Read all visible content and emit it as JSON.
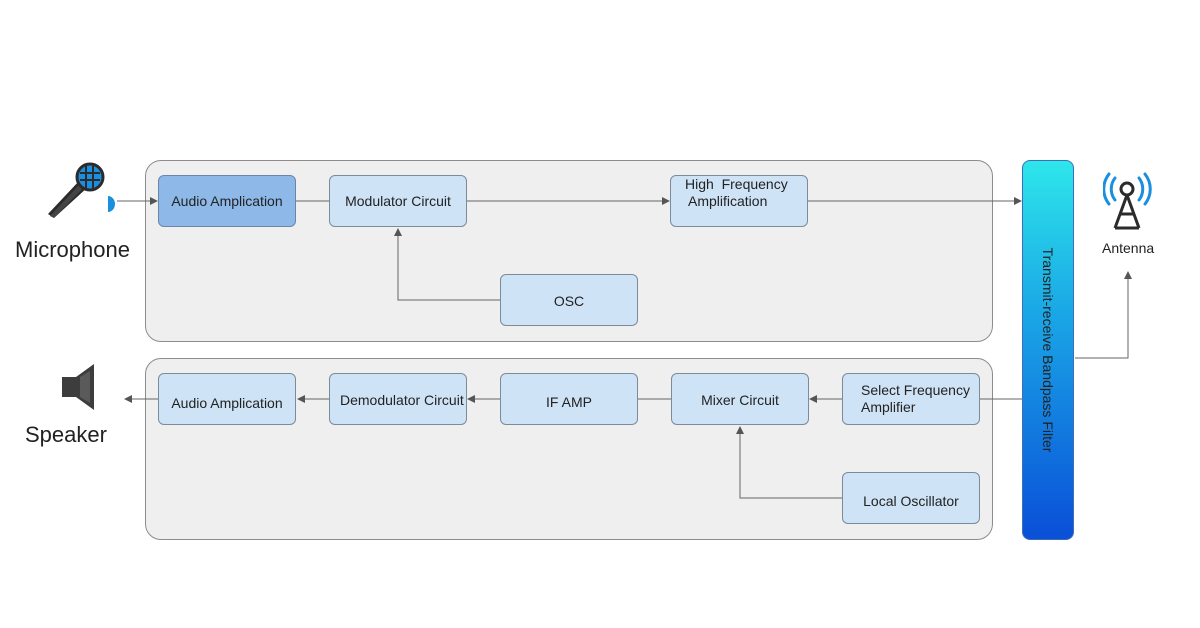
{
  "labels": {
    "microphone": "Microphone",
    "speaker": "Speaker",
    "antenna": "Antenna",
    "filter": "Transmit-receive Bandpass Filter"
  },
  "transmit": {
    "audio_amp": "Audio Amplication",
    "modulator": "Modulator Circuit",
    "hf_amp_line1": "High  Frequency",
    "hf_amp_line2": "Amplification",
    "osc": "OSC"
  },
  "receive": {
    "audio_amp": "Audio Amplication",
    "demodulator": "Demodulator Circuit",
    "if_amp": "IF AMP",
    "mixer": "Mixer Circuit",
    "select_line1": "Select Frequency",
    "select_line2": "Amplifier",
    "local_osc": "Local Oscillator"
  },
  "colors": {
    "block_fill": "#cfe3f6",
    "highlight_fill": "#8db8e8",
    "panel_fill": "#efefef",
    "filter_top": "#2ee6ea",
    "filter_bottom": "#0a4fd8",
    "icon_blue": "#1a8fe0"
  },
  "icons": [
    "microphone-icon",
    "speaker-icon",
    "antenna-icon"
  ]
}
